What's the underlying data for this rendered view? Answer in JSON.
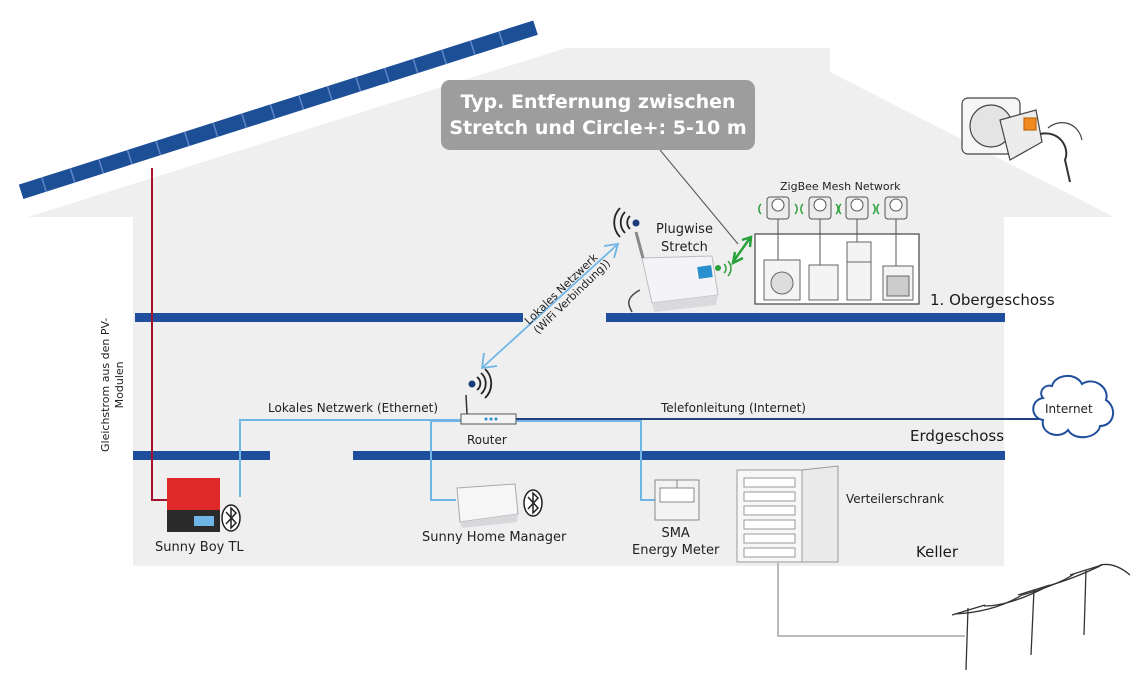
{
  "callout": {
    "line1": "Typ. Entfernung zwischen",
    "line2": "Stretch und Circle+: 5-10 m"
  },
  "floors": {
    "upper": "1. Obergeschoss",
    "ground": "Erdgeschoss",
    "basement": "Keller"
  },
  "devices": {
    "stretch_line1": "Plugwise",
    "stretch_line2": "Stretch",
    "zigbee": "ZigBee Mesh Network",
    "router": "Router",
    "internet": "Internet",
    "sunny_boy": "Sunny Boy TL",
    "home_manager": "Sunny Home Manager",
    "meter_line1": "SMA",
    "meter_line2": "Energy Meter",
    "cabinet": "Verteilerschrank"
  },
  "connections": {
    "ethernet": "Lokales Netzwerk (Ethernet)",
    "telephone": "Telefonleitung (Internet)",
    "wifi_line1": "Lokales Netzwerk",
    "wifi_line2": "(WiFi Verbindung))",
    "dc_line1": "Gleichstrom aus den PV-",
    "dc_line2": "Modulen"
  },
  "colors": {
    "floor_blue": "#1f4e9c",
    "roof_blue": "#1d4f97",
    "lan_blue": "#6fb6e6",
    "dc_red": "#a3122a",
    "house_gray": "#efeff0",
    "zigbee_green": "#2aa13b"
  }
}
